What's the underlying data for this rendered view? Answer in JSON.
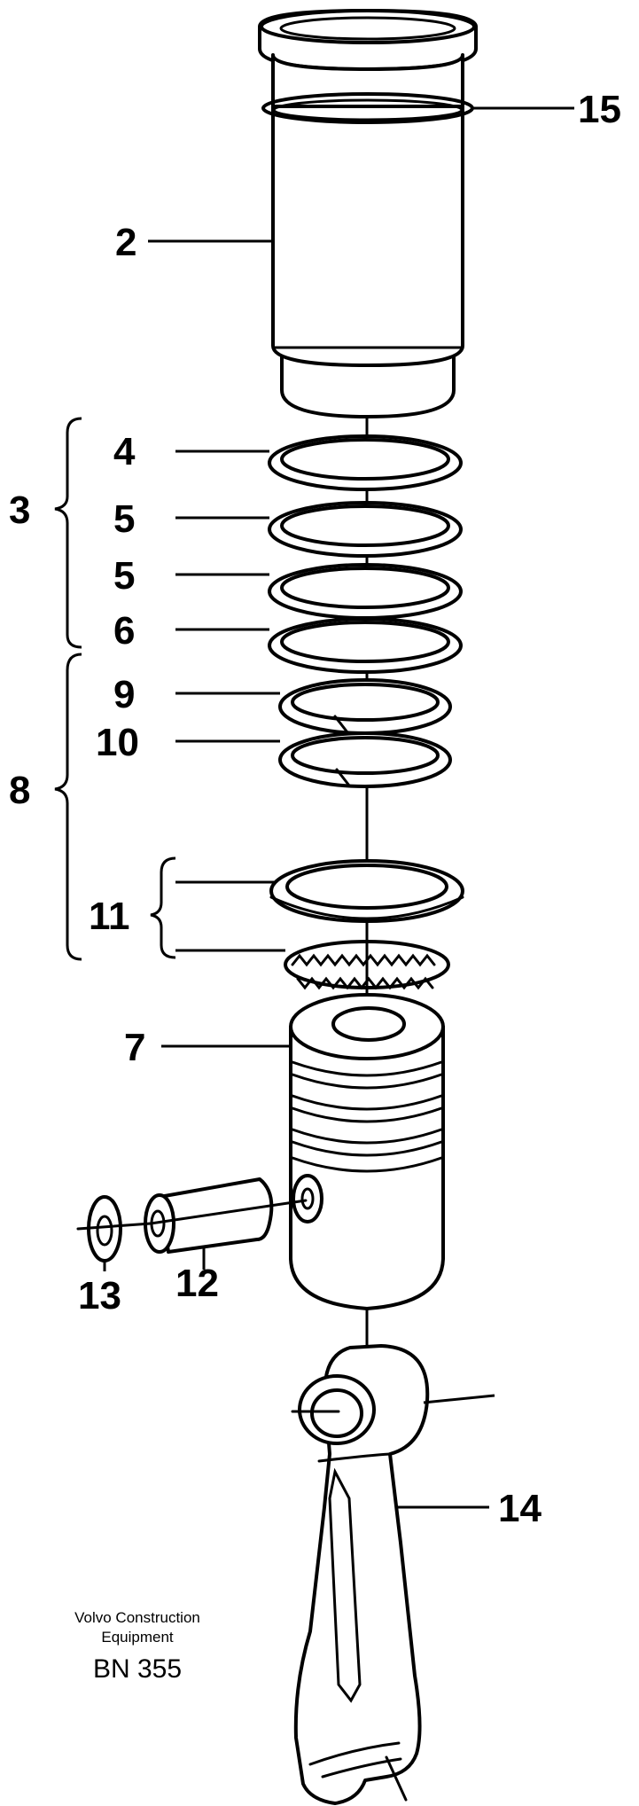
{
  "callouts": {
    "c15": "15",
    "c2": "2",
    "c4": "4",
    "c3": "3",
    "c5a": "5",
    "c5b": "5",
    "c6": "6",
    "c9": "9",
    "c10": "10",
    "c8": "8",
    "c11": "11",
    "c7": "7",
    "c13": "13",
    "c12": "12",
    "c14": "14"
  },
  "caption": {
    "line1": "Volvo Construction",
    "line2": "Equipment",
    "code": "BN 355"
  },
  "colors": {
    "ink": "#000000",
    "paper": "#ffffff"
  }
}
